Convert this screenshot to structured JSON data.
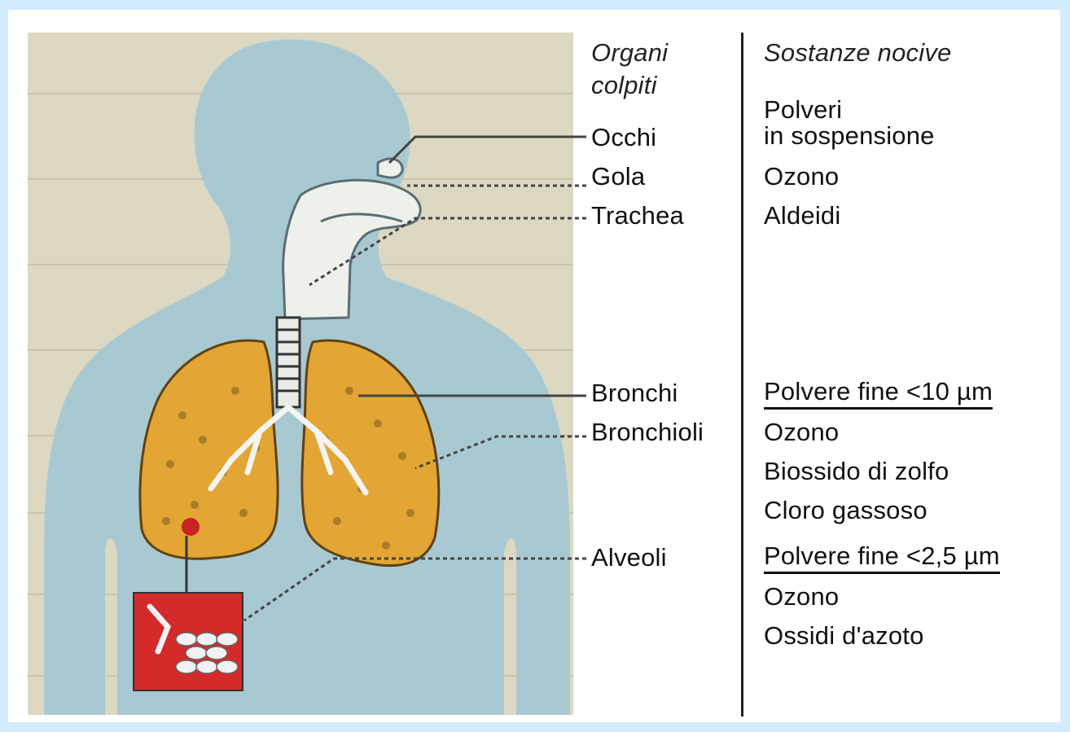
{
  "headers": {
    "organs_line1": "Organi",
    "organs_line2": "colpiti",
    "substances": "Sostanze nocive"
  },
  "organs": {
    "occhi": "Occhi",
    "gola": "Gola",
    "trachea": "Trachea",
    "bronchi": "Bronchi",
    "bronchioli": "Bronchioli",
    "alveoli": "Alveoli"
  },
  "substances": {
    "polveri_line1": "Polveri",
    "polveri_line2": "in sospensione",
    "ozono1": "Ozono",
    "aldeidi": "Aldeidi",
    "polvere_fine_10": "Polvere fine <10 µm",
    "ozono2": "Ozono",
    "biossido": "Biossido di zolfo",
    "cloro": "Cloro gassoso",
    "polvere_fine_25": "Polvere fine <2,5 µm",
    "ozono3": "Ozono",
    "ossidi": "Ossidi d'azoto"
  },
  "colors": {
    "page_background": "#d2ebff",
    "illustration_background": "#ddd8c2",
    "body_silhouette": "#a9c9d2",
    "lung_fill": "#e3a533",
    "inset_fill": "#d42a2a"
  }
}
